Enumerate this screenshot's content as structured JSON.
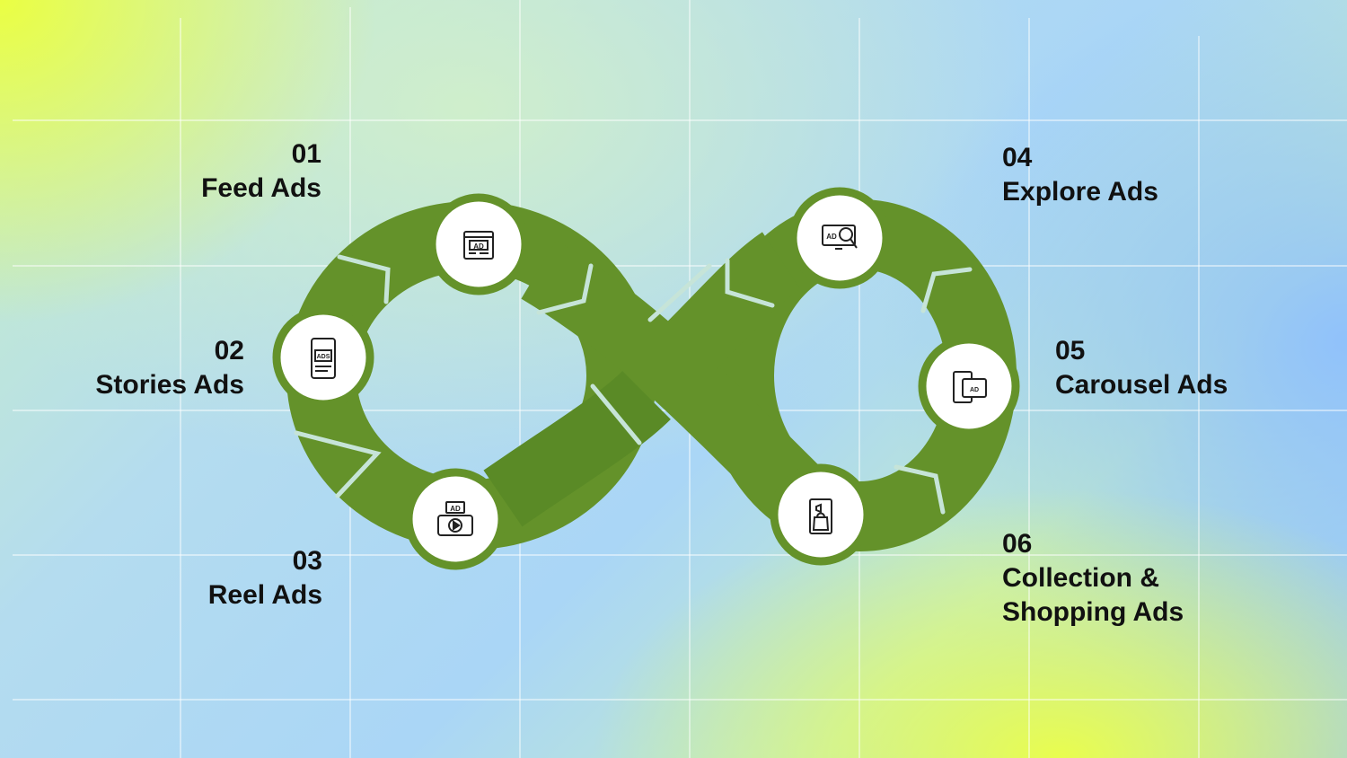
{
  "diagram": {
    "colors": {
      "loop_green": "#64922a",
      "node_ring": "#64922a",
      "node_fill": "#ffffff",
      "grid_line": "#ffffff",
      "text": "#111111"
    },
    "steps": [
      {
        "number": "01",
        "title": "Feed Ads",
        "icon": "ad-browser-icon"
      },
      {
        "number": "02",
        "title": "Stories Ads",
        "icon": "ads-smartphone-icon"
      },
      {
        "number": "03",
        "title": "Reel Ads",
        "icon": "ad-video-player-icon"
      },
      {
        "number": "04",
        "title": "Explore Ads",
        "icon": "ad-monitor-search-icon"
      },
      {
        "number": "05",
        "title": "Carousel Ads",
        "icon": "ad-carousel-devices-icon"
      },
      {
        "number": "06",
        "title": "Collection & Shopping Ads",
        "icon": "shopping-bag-phone-icon"
      }
    ]
  }
}
